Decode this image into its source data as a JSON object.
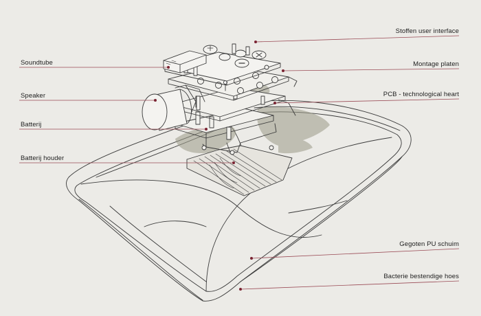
{
  "labels": {
    "stoffen_ui": "Stoffen user interface",
    "soundtube": "Soundtube",
    "montage_platen": "Montage platen",
    "speaker": "Speaker",
    "pcb": "PCB - technological heart",
    "batterij": "Batterij",
    "batterij_houder": "Batterij houder",
    "pu_schuim": "Gegoten PU schuim",
    "hoes": "Bacterie bestendige hoes"
  },
  "colors": {
    "background": "#ecebe7",
    "line": "#3a3a3a",
    "leader": "#9a4a55",
    "dot": "#7a2332",
    "shadow": "#9b9b88"
  }
}
